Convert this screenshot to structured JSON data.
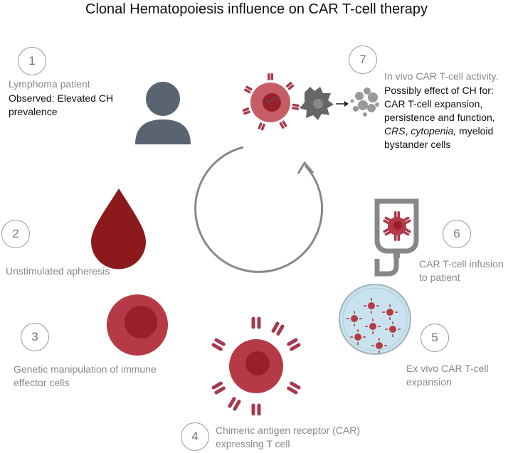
{
  "title": "Clonal Hematopoiesis influence on CAR T-cell therapy",
  "colors": {
    "red": "#b53a45",
    "dark_red": "#8c1a1d",
    "gray_text": "#888888",
    "dish": "#c9e3ee"
  },
  "steps": [
    {
      "number": "1",
      "label": "Lymphoma patient",
      "observed_line1": "Observed: Elevated CH",
      "observed_line2": "prevalence",
      "icon": "person-icon"
    },
    {
      "number": "2",
      "label": "Unstimulated apheresis",
      "icon": "blood-drop-icon"
    },
    {
      "number": "3",
      "label_line1": "Genetic manipulation of immune",
      "label_line2": "effector cells",
      "icon": "immune-cell-icon"
    },
    {
      "number": "4",
      "label_line1": "Chimeric antigen receptor (CAR)",
      "label_line2": "expressing T cell",
      "icon": "car-t-cell-icon"
    },
    {
      "number": "5",
      "label_line1": "Ex vivo CAR T-cell",
      "label_line2": "expansion",
      "icon": "petri-dish-icon"
    },
    {
      "number": "6",
      "label_line1": "CAR T-cell infusion",
      "label_line2": "to patient",
      "icon": "infusion-bag-icon"
    },
    {
      "number": "7",
      "label": "In vivo CAR T-cell activity.",
      "effect_line1": "Possibly effect of CH for:",
      "effect_line2": "CAR T-cell expansion,",
      "effect_line3": "persistence and  function,",
      "effect_crs": "CRS",
      "effect_cytopenia": "cytopenia,",
      "effect_rest": " myeloid",
      "effect_line5": "bystander cells",
      "icon": "car-t-killing-icon"
    }
  ]
}
